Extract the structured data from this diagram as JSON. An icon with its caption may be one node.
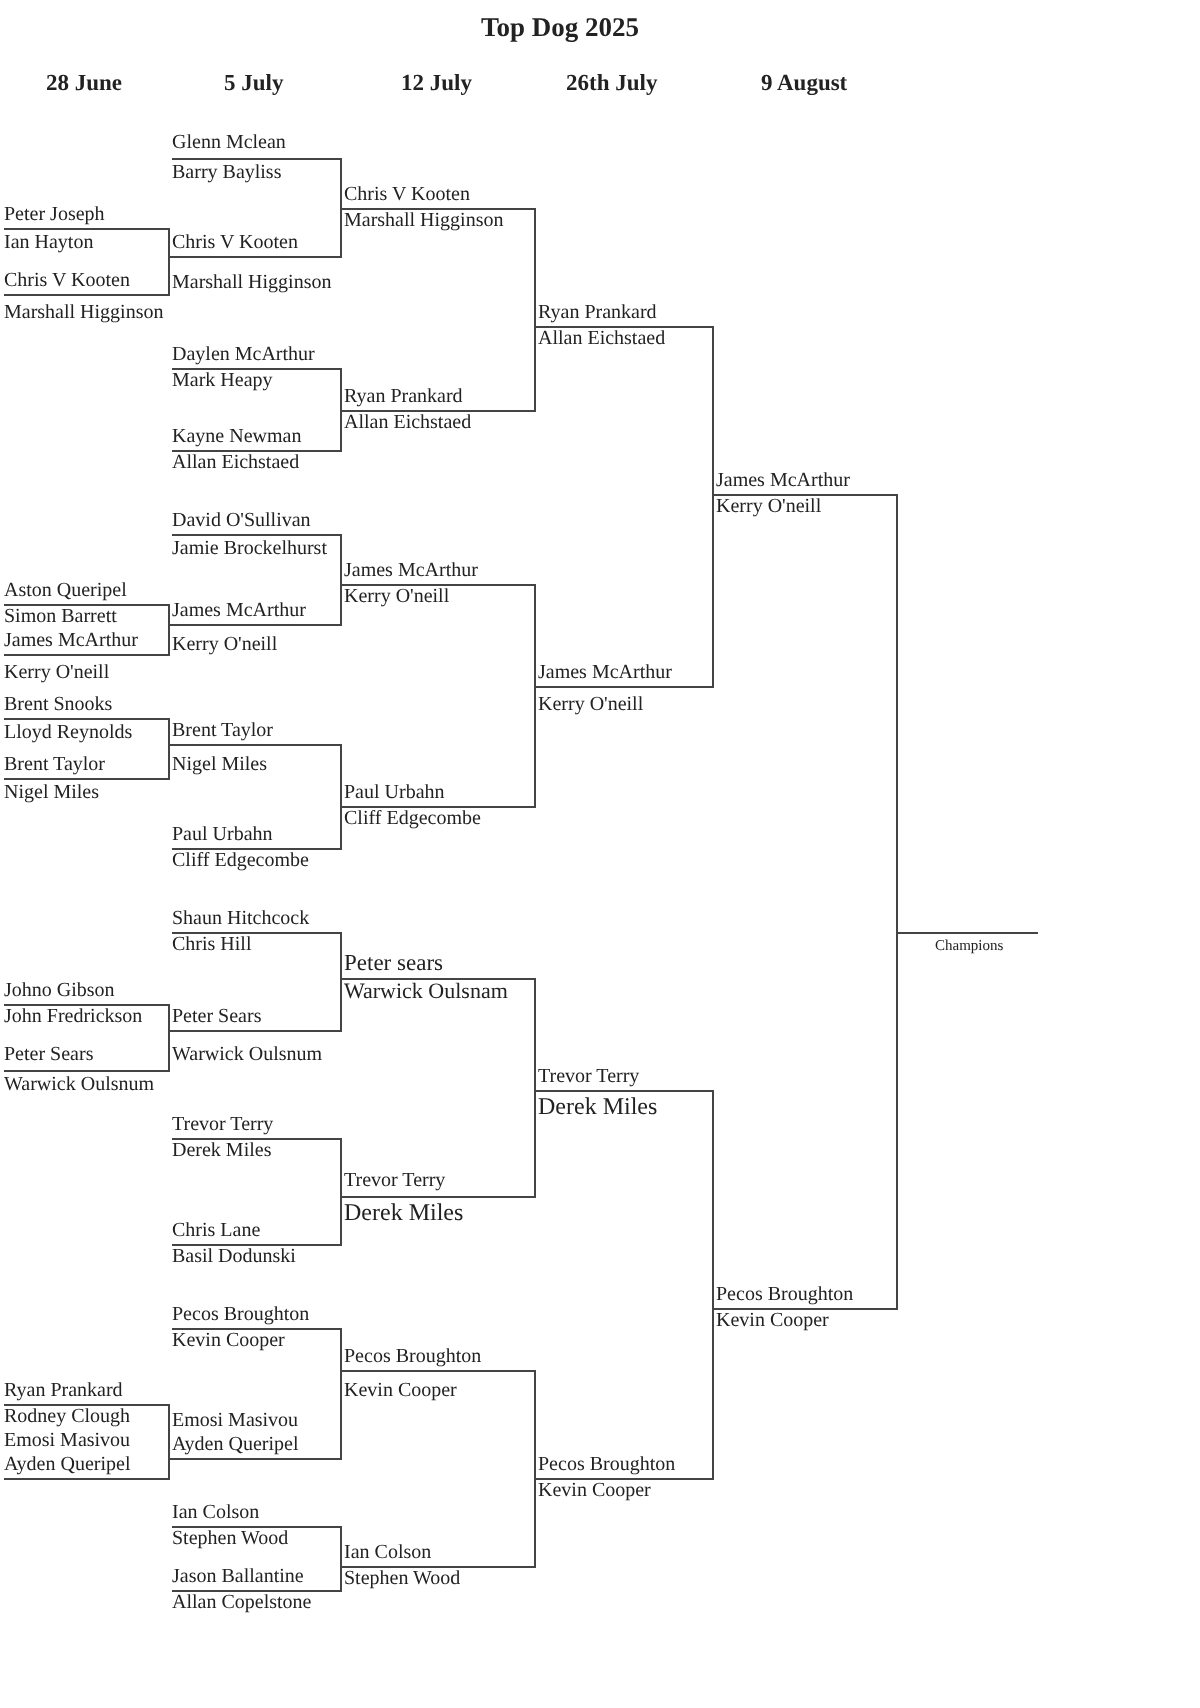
{
  "diagram": {
    "title": "Top Dog 2025",
    "nodes": [
      {
        "text": [
          "Peter Joseph",
          "Ian Hayton"
        ]
      },
      {
        "text": [
          "Chris V Kooten",
          "Marshall Higginson"
        ]
      },
      {
        "text": [
          "Aston Queripel",
          "Simon Barrett"
        ]
      },
      {
        "text": [
          "James McArthur",
          "Kerry O'neill"
        ]
      },
      {
        "text": [
          "Brent Snooks",
          "Lloyd Reynolds"
        ]
      },
      {
        "text": [
          "Brent Taylor",
          "Nigel Miles"
        ]
      },
      {
        "text": [
          "Johno Gibson",
          "John Fredrickson"
        ]
      },
      {
        "text": [
          "Peter Sears",
          "Warwick Oulsnum"
        ]
      },
      {
        "text": [
          "Ryan Prankard",
          "Rodney Clough"
        ]
      },
      {
        "text": [
          "Emosi Masivou",
          "Ayden Queripel"
        ]
      },
      {
        "text": [
          "Glenn Mclean",
          "Barry Bayliss"
        ]
      },
      {
        "text": [
          "Chris V Kooten",
          "Marshall Higginson"
        ]
      },
      {
        "text": [
          "Daylen McArthur",
          "Mark Heapy"
        ]
      },
      {
        "text": [
          "Kayne Newman",
          "Allan Eichstaed"
        ]
      },
      {
        "text": [
          "David O'Sullivan",
          "Jamie Brockelhurst"
        ]
      },
      {
        "text": [
          "James McArthur",
          "Kerry O'neill"
        ]
      },
      {
        "text": [
          "Brent Taylor",
          "Nigel Miles"
        ]
      },
      {
        "text": [
          "Paul Urbahn",
          "Cliff Edgecombe"
        ]
      },
      {
        "text": [
          "Shaun Hitchcock",
          "Chris Hill"
        ]
      },
      {
        "text": [
          "Peter Sears",
          "Warwick Oulsnum"
        ]
      },
      {
        "text": [
          "Trevor Terry",
          "Derek Miles"
        ]
      },
      {
        "text": [
          "Chris Lane",
          "Basil Dodunski"
        ]
      },
      {
        "text": [
          "Pecos Broughton",
          "Kevin Cooper"
        ]
      },
      {
        "text": [
          "Emosi Masivou",
          "Ayden Queripel"
        ]
      },
      {
        "text": [
          "Ian Colson",
          "Stephen Wood"
        ]
      },
      {
        "text": [
          "Jason Ballantine",
          "Allan Copelstone"
        ]
      },
      {
        "text": [
          "Chris V Kooten",
          "Marshall Higginson"
        ]
      },
      {
        "text": [
          "Ryan Prankard",
          "Allan Eichstaed"
        ]
      },
      {
        "text": [
          "James McArthur",
          "Kerry O'neill"
        ]
      },
      {
        "text": [
          "Paul Urbahn",
          "Cliff Edgecombe"
        ]
      },
      {
        "text": [
          "Peter sears",
          "Warwick Oulsnam"
        ]
      },
      {
        "text": [
          "Trevor Terry",
          "Derek Miles"
        ]
      },
      {
        "text": [
          "Pecos Broughton",
          "Kevin Cooper"
        ]
      },
      {
        "text": [
          "Ian Colson",
          "Stephen Wood"
        ]
      },
      {
        "text": [
          "Ryan Prankard",
          "Allan Eichstaed"
        ]
      },
      {
        "text": [
          "James McArthur",
          "Kerry O'neill"
        ]
      },
      {
        "text": [
          "Trevor Terry",
          "Derek Miles"
        ]
      },
      {
        "text": [
          "Pecos Broughton",
          "Kevin Cooper"
        ]
      },
      {
        "text": [
          "James McArthur",
          "Kerry O'neill"
        ]
      },
      {
        "text": [
          "Pecos Broughton",
          "Kevin Cooper"
        ]
      },
      {
        "text": [
          "Champions"
        ]
      }
    ],
    "edges": [
      {
        "from": 0,
        "to": 11,
        "arrow": "none"
      },
      {
        "from": 1,
        "to": 11,
        "arrow": "none"
      },
      {
        "from": 2,
        "to": 15,
        "arrow": "none"
      },
      {
        "from": 3,
        "to": 15,
        "arrow": "none"
      },
      {
        "from": 4,
        "to": 16,
        "arrow": "none"
      },
      {
        "from": 5,
        "to": 16,
        "arrow": "none"
      },
      {
        "from": 6,
        "to": 19,
        "arrow": "none"
      },
      {
        "from": 7,
        "to": 19,
        "arrow": "none"
      },
      {
        "from": 8,
        "to": 23,
        "arrow": "none"
      },
      {
        "from": 9,
        "to": 23,
        "arrow": "none"
      },
      {
        "from": 10,
        "to": 26,
        "arrow": "none"
      },
      {
        "from": 11,
        "to": 26,
        "arrow": "none"
      },
      {
        "from": 12,
        "to": 27,
        "arrow": "none"
      },
      {
        "from": 13,
        "to": 27,
        "arrow": "none"
      },
      {
        "from": 14,
        "to": 28,
        "arrow": "none"
      },
      {
        "from": 15,
        "to": 28,
        "arrow": "none"
      },
      {
        "from": 16,
        "to": 29,
        "arrow": "none"
      },
      {
        "from": 17,
        "to": 29,
        "arrow": "none"
      },
      {
        "from": 18,
        "to": 30,
        "arrow": "none"
      },
      {
        "from": 19,
        "to": 30,
        "arrow": "none"
      },
      {
        "from": 20,
        "to": 31,
        "arrow": "none"
      },
      {
        "from": 21,
        "to": 31,
        "arrow": "none"
      },
      {
        "from": 22,
        "to": 32,
        "arrow": "none"
      },
      {
        "from": 23,
        "to": 32,
        "arrow": "none"
      },
      {
        "from": 24,
        "to": 33,
        "arrow": "none"
      },
      {
        "from": 25,
        "to": 33,
        "arrow": "none"
      },
      {
        "from": 26,
        "to": 34,
        "arrow": "none"
      },
      {
        "from": 27,
        "to": 34,
        "arrow": "none"
      },
      {
        "from": 28,
        "to": 35,
        "arrow": "none"
      },
      {
        "from": 29,
        "to": 35,
        "arrow": "none"
      },
      {
        "from": 30,
        "to": 36,
        "arrow": "none"
      },
      {
        "from": 31,
        "to": 36,
        "arrow": "none"
      },
      {
        "from": 32,
        "to": 37,
        "arrow": "none"
      },
      {
        "from": 33,
        "to": 37,
        "arrow": "none"
      },
      {
        "from": 34,
        "to": 38,
        "arrow": "none"
      },
      {
        "from": 35,
        "to": 38,
        "arrow": "none"
      },
      {
        "from": 36,
        "to": 39,
        "arrow": "none"
      },
      {
        "from": 37,
        "to": 39,
        "arrow": "none"
      },
      {
        "from": 38,
        "to": 40,
        "arrow": "none"
      },
      {
        "from": 39,
        "to": 40,
        "arrow": "none"
      }
    ],
    "labels": [
      "28 June",
      "5 July",
      "12 July",
      "26th July",
      "9 August"
    ]
  }
}
